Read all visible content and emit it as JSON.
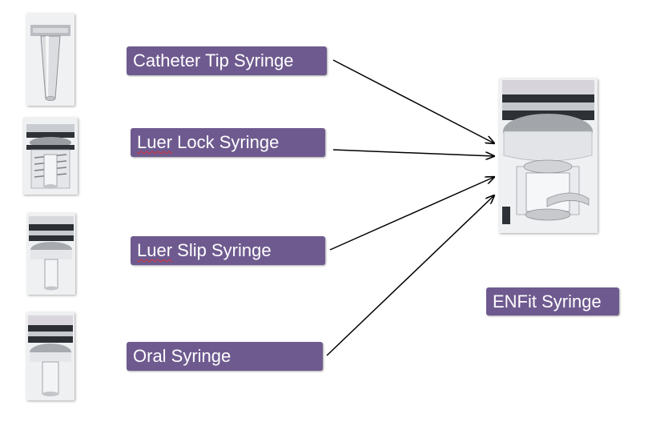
{
  "labels": {
    "catheter": "Catheter Tip Syringe",
    "luer_lock_word": "Luer",
    "luer_lock_rest": " Lock Syringe",
    "luer_slip_word": "Luer",
    "luer_slip_rest": " Slip Syringe",
    "oral": "Oral Syringe",
    "enfit": "ENFit Syringe"
  },
  "colors": {
    "label_bg": "#6e5a8f",
    "label_text": "#ffffff",
    "arrow": "#000000",
    "spellcheck_underline": "#dd3333"
  },
  "images": [
    "catheter-tip-syringe-image",
    "luer-lock-syringe-image",
    "luer-slip-syringe-image",
    "oral-syringe-image",
    "enfit-syringe-image"
  ]
}
